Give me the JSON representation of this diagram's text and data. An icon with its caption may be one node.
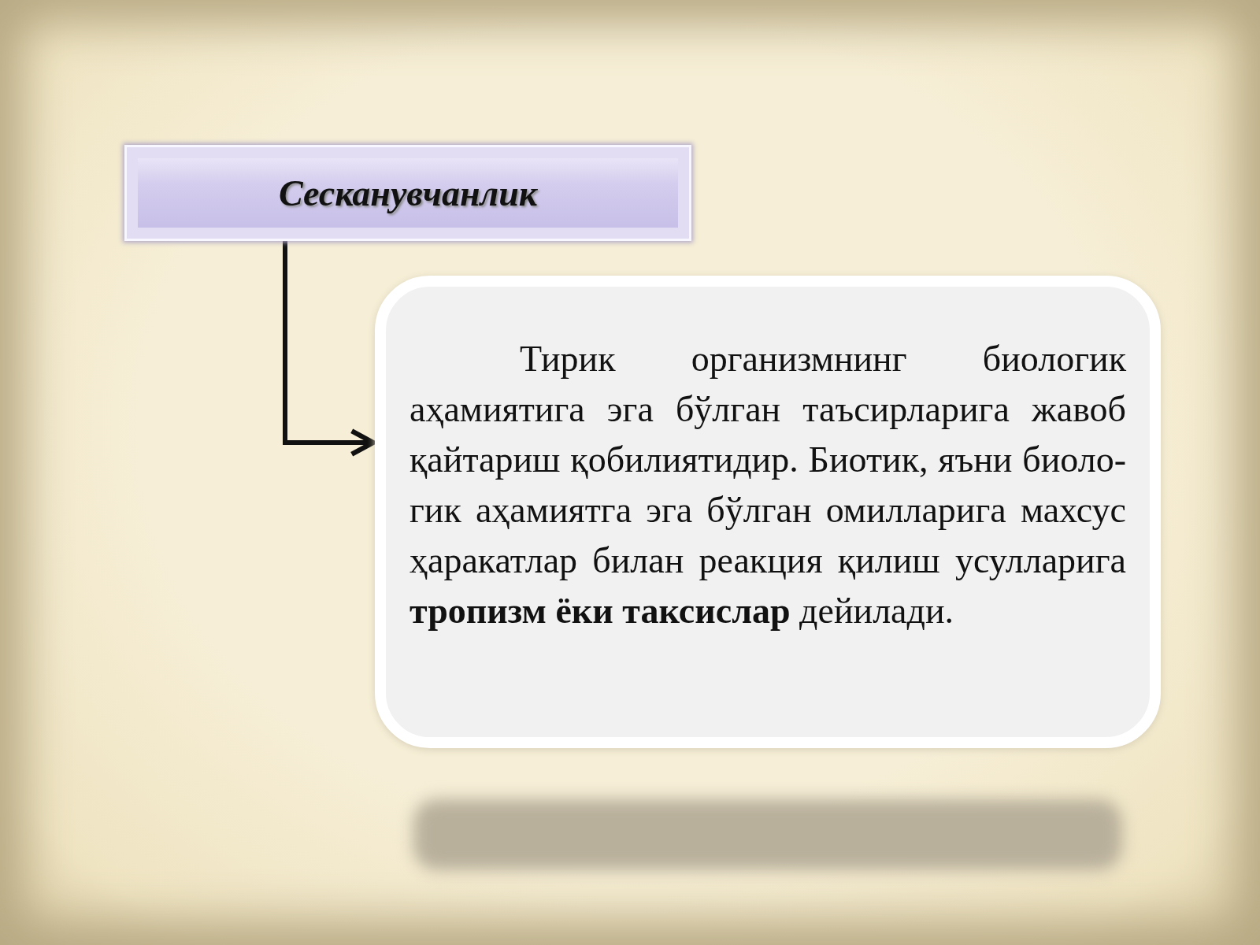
{
  "diagram": {
    "nodes": [
      {
        "text": [
          "Сесканувчанлик"
        ]
      },
      {
        "text": [
          "Тирик организмнинг биологик аҳамиятига эга бўлган таъсирларига жавоб қайтариш қобилиятидир. Биотик, яъни биоло-гик аҳамиятга эга бўлган омилларига махсус ҳаракатлар билан реакция қилиш усулларига **тропизм ёки таксислар** дейилади."
        ]
      }
    ],
    "edges": [
      {
        "from": 0,
        "to": 1,
        "arrow": "to"
      }
    ]
  }
}
